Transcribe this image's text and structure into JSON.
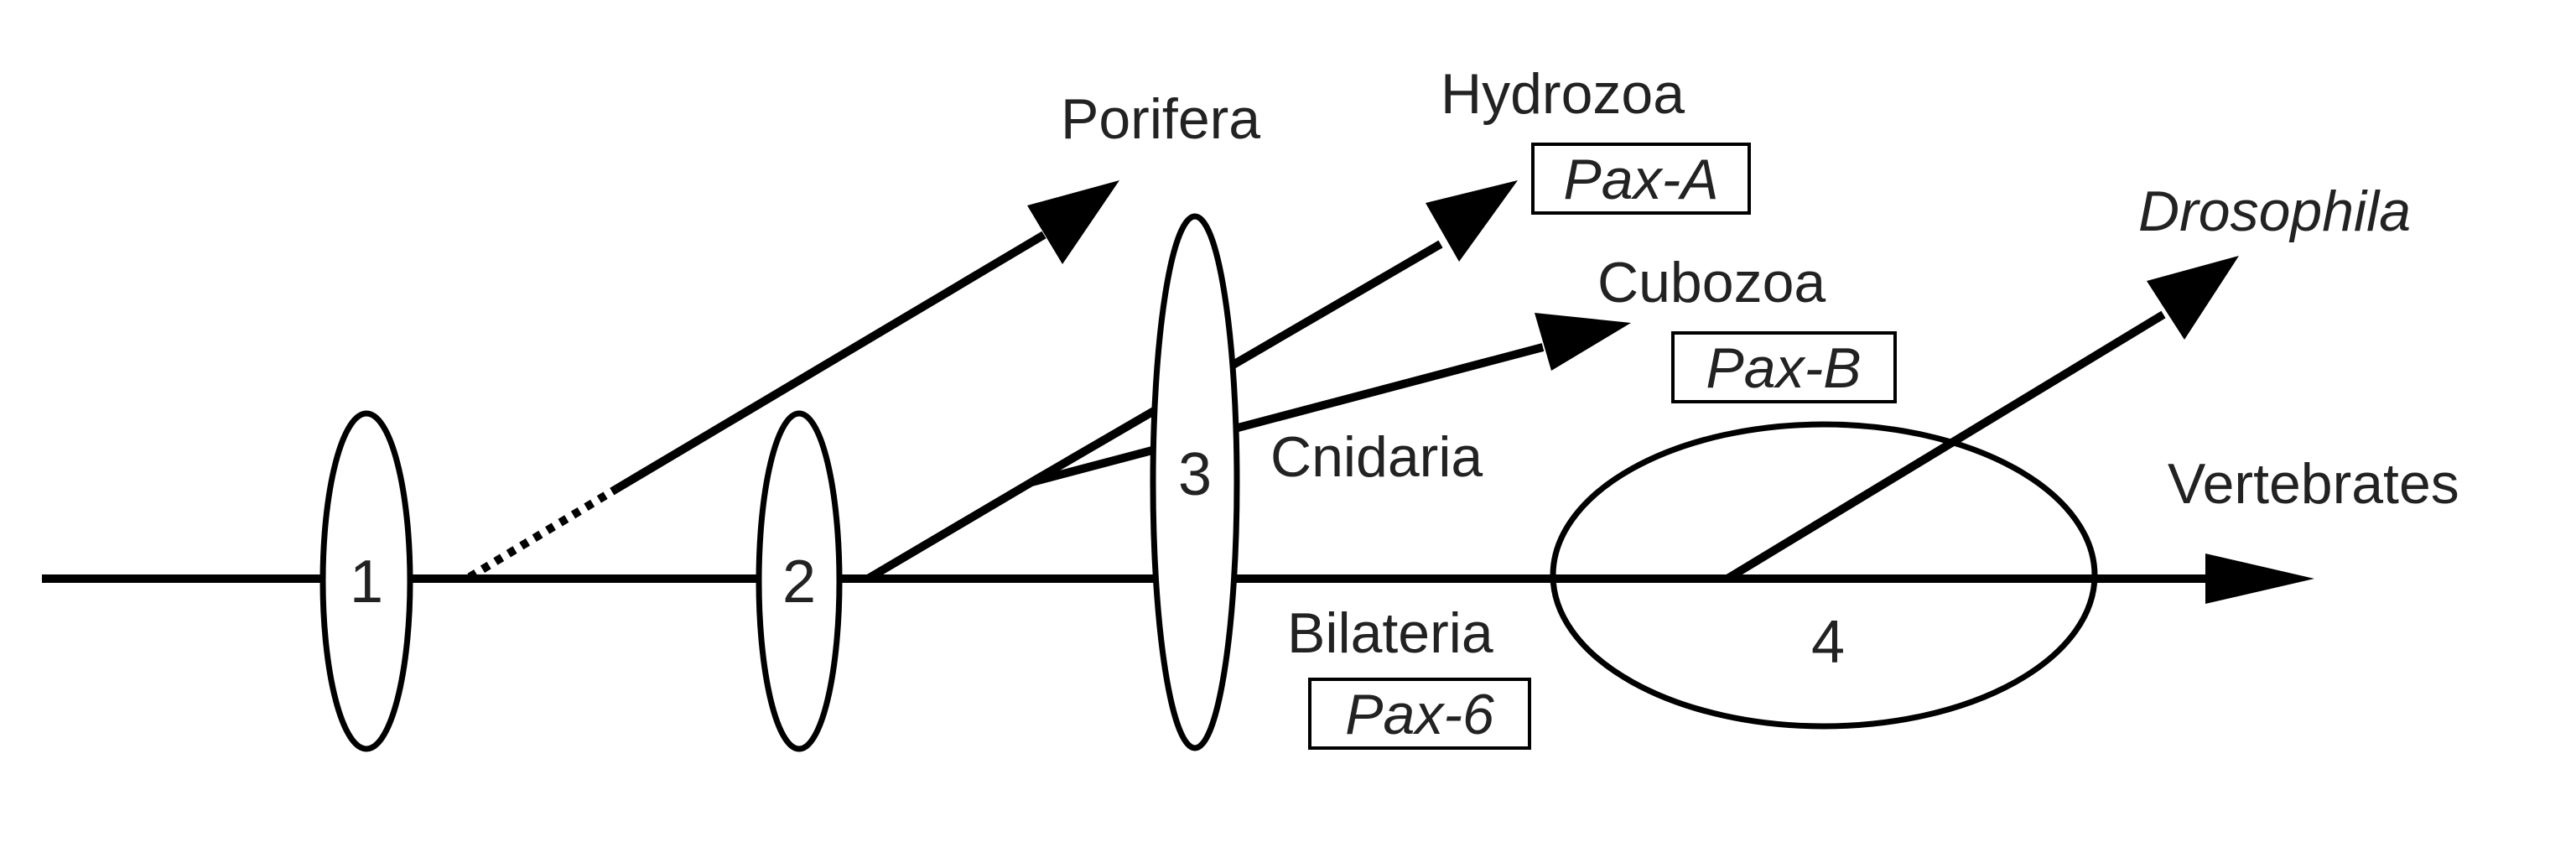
{
  "colors": {
    "ink": "#000000",
    "text": "#222222",
    "background": "#ffffff"
  },
  "taxa": {
    "porifera": "Porifera",
    "hydrozoa": "Hydrozoa",
    "cubozoa": "Cubozoa",
    "cnidaria": "Cnidaria",
    "bilateria": "Bilateria",
    "drosophila": "Drosophila",
    "vertebrates": "Vertebrates"
  },
  "genes": {
    "hydrozoa": "Pax-A",
    "cubozoa": "Pax-B",
    "bilateria": "Pax-6"
  },
  "nodes": {
    "n1": "1",
    "n2": "2",
    "n3": "3",
    "n4": "4"
  }
}
